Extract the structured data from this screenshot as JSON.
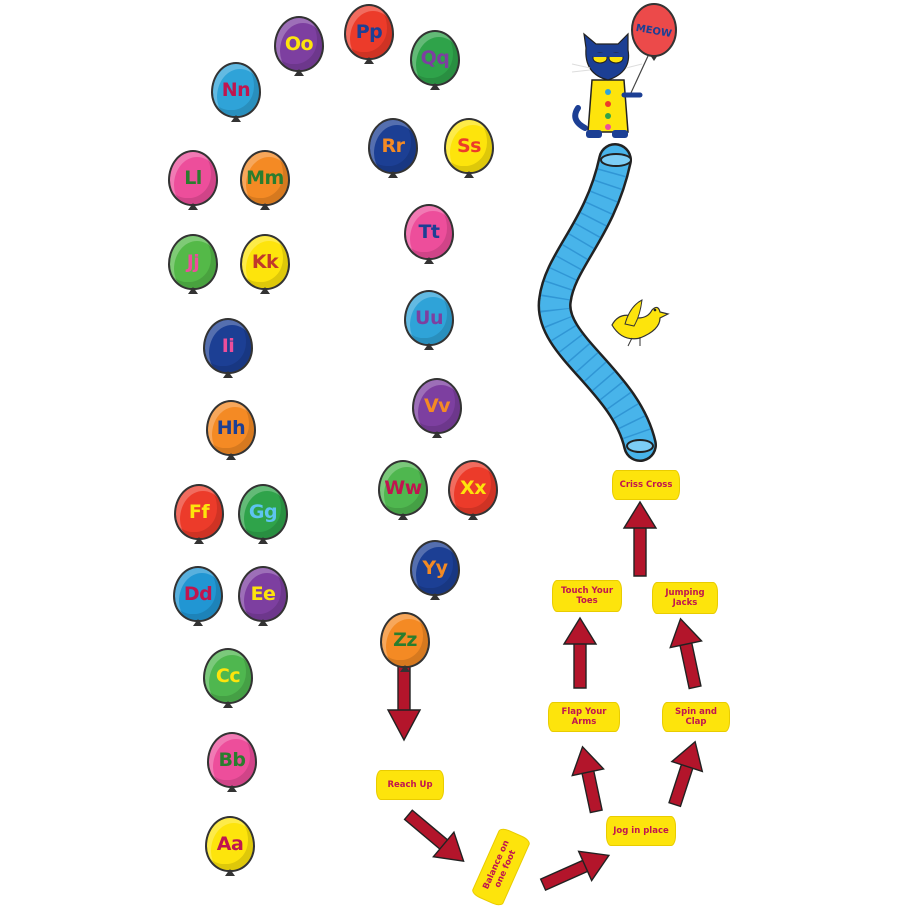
{
  "balloons": [
    {
      "letter": "Aa",
      "fill": "#fde40c",
      "text": "#c0154f"
    },
    {
      "letter": "Bb",
      "fill": "#ed4e9b",
      "text": "#2a7d2e"
    },
    {
      "letter": "Cc",
      "fill": "#4fb74f",
      "text": "#fde40c"
    },
    {
      "letter": "Dd",
      "fill": "#2196d3",
      "text": "#c0154f"
    },
    {
      "letter": "Ee",
      "fill": "#7d3fa0",
      "text": "#fde40c"
    },
    {
      "letter": "Ff",
      "fill": "#ec3b2a",
      "text": "#fde40c"
    },
    {
      "letter": "Gg",
      "fill": "#2fa34a",
      "text": "#5ec4f0"
    },
    {
      "letter": "Hh",
      "fill": "#f48a24",
      "text": "#1c3f94"
    },
    {
      "letter": "Ii",
      "fill": "#1c3f94",
      "text": "#ed4e9b"
    },
    {
      "letter": "Jj",
      "fill": "#54b948",
      "text": "#ed4e9b"
    },
    {
      "letter": "Kk",
      "fill": "#fde40c",
      "text": "#c0392b"
    },
    {
      "letter": "Ll",
      "fill": "#ed4e9b",
      "text": "#2a7d2e"
    },
    {
      "letter": "Mm",
      "fill": "#f48a24",
      "text": "#2a7d2e"
    },
    {
      "letter": "Nn",
      "fill": "#2fa3d8",
      "text": "#c0154f"
    },
    {
      "letter": "Oo",
      "fill": "#7d3fa0",
      "text": "#fde40c"
    },
    {
      "letter": "Pp",
      "fill": "#ec3b2a",
      "text": "#1c3f94"
    },
    {
      "letter": "Qq",
      "fill": "#2fa34a",
      "text": "#7d3fa0"
    },
    {
      "letter": "Rr",
      "fill": "#1c3f94",
      "text": "#f48a24"
    },
    {
      "letter": "Ss",
      "fill": "#fde40c",
      "text": "#ec3b2a"
    },
    {
      "letter": "Tt",
      "fill": "#ed4e9b",
      "text": "#1c3f94"
    },
    {
      "letter": "Uu",
      "fill": "#2fa3d8",
      "text": "#7d3fa0"
    },
    {
      "letter": "Vv",
      "fill": "#7d3fa0",
      "text": "#f48a24"
    },
    {
      "letter": "Ww",
      "fill": "#4fb74f",
      "text": "#c0154f"
    },
    {
      "letter": "Xx",
      "fill": "#ec3b2a",
      "text": "#fde40c"
    },
    {
      "letter": "Yy",
      "fill": "#1c3f94",
      "text": "#f48a24"
    },
    {
      "letter": "Zz",
      "fill": "#f48a24",
      "text": "#2a7d2e"
    }
  ],
  "steps": [
    {
      "label": "Reach Up"
    },
    {
      "label": "Balance on one foot"
    },
    {
      "label": "Jog in place"
    },
    {
      "label": "Flap Your Arms"
    },
    {
      "label": "Spin and Clap"
    },
    {
      "label": "Touch Your Toes"
    },
    {
      "label": "Jumping Jacks"
    },
    {
      "label": "Criss Cross"
    }
  ],
  "cat_balloon": {
    "text": "MEOW",
    "fill": "#ec4a4a",
    "text_color": "#1c3f94"
  },
  "colors": {
    "arrow": "#b3152b",
    "slide": "#48b4ea",
    "bird": "#fde40c",
    "cat": "#1c3f94",
    "step_fill": "#fde40c",
    "step_text": "#c0154f"
  }
}
